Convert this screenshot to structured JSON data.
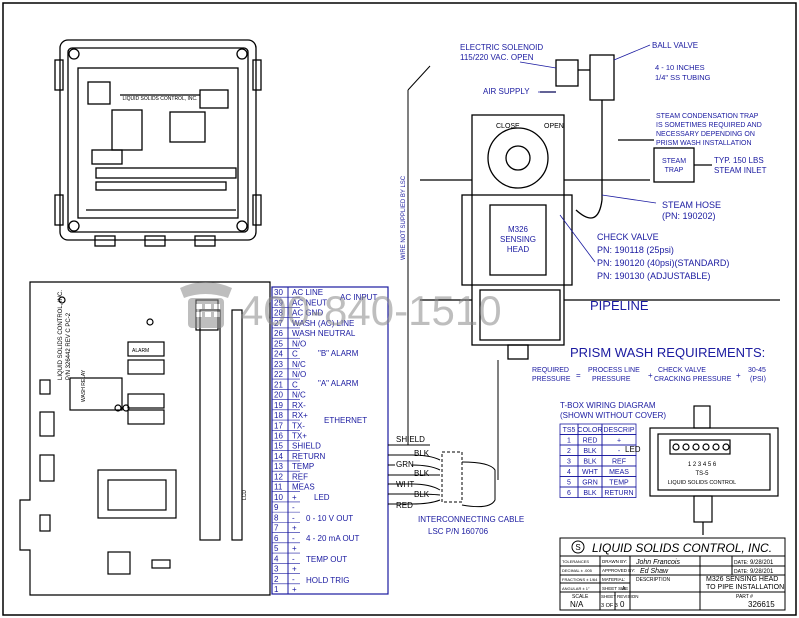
{
  "colors": {
    "ink": "#000000",
    "blue": "#1a1aa0",
    "watermark": "#8a8a8a"
  },
  "watermark": {
    "phone": "400-840-1510",
    "icon": "telephone-icon"
  },
  "labels": {
    "solenoid": "ELECTRIC SOLENOID",
    "solenoid_v": "115/220 VAC. OPEN",
    "air_supply": "AIR SUPPLY",
    "ball_valve": "BALL VALVE",
    "tubing1": "4 - 10 INCHES",
    "tubing2": "1/4\" SS TUBING",
    "trap1": "STEAM CONDENSATION TRAP",
    "trap2": "IS SOMETIMES REQUIRED AND",
    "trap3": "NECESSARY DEPENDING ON",
    "trap4": "PRISM WASH INSTALLATION",
    "steam_trap1": "STEAM",
    "steam_trap2": "TRAP",
    "inlet1": "TYP. 150 LBS",
    "inlet2": "STEAM INLET",
    "hose1": "STEAM HOSE",
    "hose2": "(PN: 190202)",
    "check": "CHECK VALVE",
    "pn1": "PN: 190118 (25psi)",
    "pn2": "PN: 190120 (40psi)(STANDARD)",
    "pn3": "PN: 190130 (ADJUSTABLE)",
    "close": "CLOSE",
    "open": "OPEN",
    "head1": "M326",
    "head2": "SENSING",
    "head3": "HEAD",
    "pipeline": "PIPELINE",
    "wire_note": "WIRE NOT SUPPLIED BY LSC",
    "cable1": "INTERCONNECTING CABLE",
    "cable2": "LSC P/N 160706",
    "shield": "SHIELD",
    "grn": "GRN",
    "blk": "BLK",
    "wht": "WHT",
    "red": "RED",
    "pcb_name": "LIQUID SOLIDS CONTROL, INC.",
    "pcb_pn": "P/N 326442 REV C   PC-2",
    "wash_relay": "WASH RELAY",
    "alarm": "ALARM",
    "lcd": "LCD"
  },
  "prism": {
    "title": "PRISM WASH REQUIREMENTS:",
    "lhs1": "REQUIRED",
    "lhs2": "PRESSURE",
    "t1a": "PROCESS LINE",
    "t1b": "PRESSURE",
    "t2a": "CHECK VALVE",
    "t2b": "CRACKING PRESSURE",
    "t3a": "30-45",
    "t3b": "(PSI)"
  },
  "tbox": {
    "title1": "T-BOX WIRING DIAGRAM",
    "title2": "(SHOWN WITHOUT COVER)",
    "headers": [
      "TS5",
      "COLOR",
      "DESCRIP"
    ],
    "rows": [
      [
        "1",
        "RED",
        "+"
      ],
      [
        "2",
        "BLK",
        "-"
      ],
      [
        "3",
        "BLK",
        "REF"
      ],
      [
        "4",
        "WHT",
        "MEAS"
      ],
      [
        "5",
        "GRN",
        "TEMP"
      ],
      [
        "6",
        "BLK",
        "RETURN"
      ]
    ],
    "led": "LED",
    "numbers": "1 2 3 4 5 6",
    "ts": "TS-5",
    "board": "LIQUID SOLIDS CONTROL"
  },
  "terminals": [
    {
      "n": "30",
      "label": "AC LINE"
    },
    {
      "n": "29",
      "label": "AC NEUT"
    },
    {
      "n": "28",
      "label": "AC GND"
    },
    {
      "n": "27",
      "label": "WASH (AC) LINE"
    },
    {
      "n": "26",
      "label": "WASH NEUTRAL"
    },
    {
      "n": "25",
      "label": "N/O"
    },
    {
      "n": "24",
      "label": "C"
    },
    {
      "n": "23",
      "label": "N/C"
    },
    {
      "n": "22",
      "label": "N/O"
    },
    {
      "n": "21",
      "label": "C"
    },
    {
      "n": "20",
      "label": "N/C"
    },
    {
      "n": "19",
      "label": "RX-"
    },
    {
      "n": "18",
      "label": "RX+"
    },
    {
      "n": "17",
      "label": "TX-"
    },
    {
      "n": "16",
      "label": "TX+"
    },
    {
      "n": "15",
      "label": "SHIELD"
    },
    {
      "n": "14",
      "label": "RETURN"
    },
    {
      "n": "13",
      "label": "TEMP"
    },
    {
      "n": "12",
      "label": "REF"
    },
    {
      "n": "11",
      "label": "MEAS"
    },
    {
      "n": "10",
      "label": "+"
    },
    {
      "n": "9",
      "label": "-"
    },
    {
      "n": "8",
      "label": "-"
    },
    {
      "n": "7",
      "label": "+"
    },
    {
      "n": "6",
      "label": "-"
    },
    {
      "n": "5",
      "label": "+"
    },
    {
      "n": "4",
      "label": "-"
    },
    {
      "n": "3",
      "label": "+"
    },
    {
      "n": "2",
      "label": "-"
    },
    {
      "n": "1",
      "label": "+"
    }
  ],
  "groups": {
    "ac_input": "AC INPUT",
    "b_alarm": "\"B\" ALARM",
    "a_alarm": "\"A\" ALARM",
    "ethernet": "ETHERNET",
    "led": "LED",
    "v_out": "0 - 10 V OUT",
    "ma_out": "4 - 20 mA OUT",
    "temp_out": "TEMP OUT",
    "hold": "HOLD TRIG"
  },
  "titleblock": {
    "company": "LIQUID SOLIDS CONTROL, INC.",
    "tol_label": "TOLERANCES",
    "drawn_by_label": "DRAWN BY:",
    "drawn_by": "John Francois",
    "date_label": "DATE:",
    "date1": "9/28/201",
    "approved_label": "APPROVED BY:",
    "approved_by": "Ed Shaw",
    "date2": "9/28/201",
    "decimal": "DECIMAL ± .005",
    "fractions": "FRACTIONS ± 1/64",
    "angular": "ANGULAR ± 1°",
    "material_label": "MATERIAL:",
    "desc_label": "DESCRIPTION",
    "desc1": "M326 SENSING HEAD",
    "desc2": "TO PIPE INSTALLATION",
    "sheet_size_label": "SHEET SIZE",
    "sheet_size": "A",
    "scale_label": "SCALE",
    "scale": "N/A",
    "sheet_label": "SHEET",
    "sheet": "3 OF 3",
    "rev_label": "REVISION",
    "rev": "0",
    "part_label": "PART #",
    "part": "326615"
  }
}
